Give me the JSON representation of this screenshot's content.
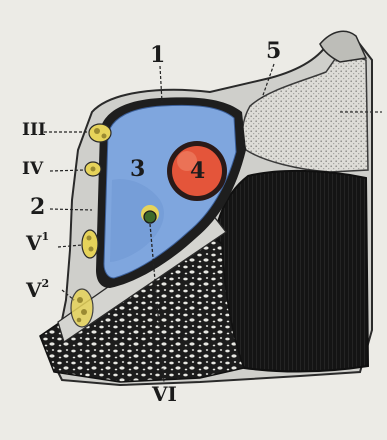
{
  "labels": {
    "n1": "1",
    "n2": "2",
    "n3": "3",
    "n4": "4",
    "n5": "5",
    "III": "III",
    "IV": "IV",
    "V1_base": "V",
    "V1_sup": "1",
    "V2_base": "V",
    "V2_sup": "2",
    "VI": "VI"
  },
  "colors": {
    "paper": "#ecebe6",
    "sinus_blue": "#7fa6de",
    "carotid_red": "#e4553a",
    "nerve_yellow": "#e6d35a",
    "bone_dark": "#1a1a1a",
    "dura_gray": "#c9c9c6"
  }
}
